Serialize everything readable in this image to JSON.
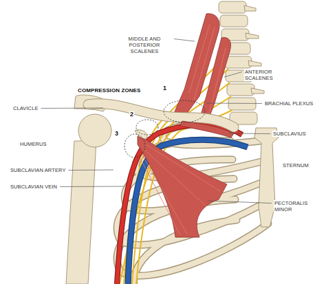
{
  "diagram": {
    "labels": [
      "MIDDLE AND POSTERIOR SCALENES",
      "ANTERIOR SCALENES",
      "COMPRESSION ZONES",
      "1",
      "CLAVICLE",
      "BRACHIAL PLEXUS",
      "2",
      "3",
      "SUBCLAVIUS",
      "HUMERUS",
      "STERNUM",
      "SUBCLAVIAN ARTERY",
      "SUBCLAVIAN VEIN",
      "PECTORALIS MINOR"
    ]
  }
}
